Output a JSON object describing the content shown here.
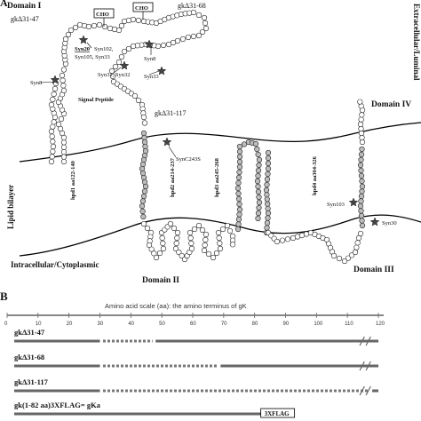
{
  "panel_a": {
    "letter": "A",
    "domains": {
      "d1": "Domain I",
      "d2": "Domain II",
      "d3": "Domain III",
      "d4": "Domain IV"
    },
    "compartments": {
      "extracellular": "Extracellular/Luminal",
      "intracellular": "Intracellular/Cytoplasmic",
      "bilayer": "Lipid bilayer"
    },
    "cho": [
      "CHO",
      "CHO"
    ],
    "deletions": {
      "d47": "gkΔ31-47",
      "d68": "gkΔ31-68",
      "d117": "gkΔ31-117"
    },
    "signal_peptide": "Signal Peptide",
    "syn": {
      "syn20": "Syn20",
      "syn102": "Syn102,",
      "syn105_33": "Syn105, Syn33",
      "syn8_a": "Syn8",
      "syn8_b": "Syn8",
      "syn31_32": "Syn31, Syn32",
      "syn33": "Syn33",
      "synC243S": "SynC243S",
      "syn103": "Syn103",
      "syn30": "Syn30"
    },
    "helices": {
      "h1": "hpd1 aa122-140",
      "h2": "hpd2 aa214-237",
      "h3": "hpd3 aa245-268",
      "h4": "hpd4 aa304-326"
    }
  },
  "panel_b": {
    "letter": "B",
    "scale_title": "Amino acid scale (aa): the amino terminus of gK",
    "ticks": [
      "0",
      "10",
      "20",
      "30",
      "40",
      "50",
      "60",
      "70",
      "80",
      "90",
      "100",
      "110",
      "120"
    ],
    "constructs": [
      {
        "label": "gkΔ31-47",
        "deleted": [
          31,
          47
        ]
      },
      {
        "label": "gkΔ31-68",
        "deleted": [
          31,
          68
        ]
      },
      {
        "label": "gkΔ31-117",
        "deleted": [
          31,
          117
        ]
      },
      {
        "label": "gk(1-82 aa)3XFLAG= gKa",
        "tag": "3XFLAG",
        "end": 82
      }
    ]
  }
}
